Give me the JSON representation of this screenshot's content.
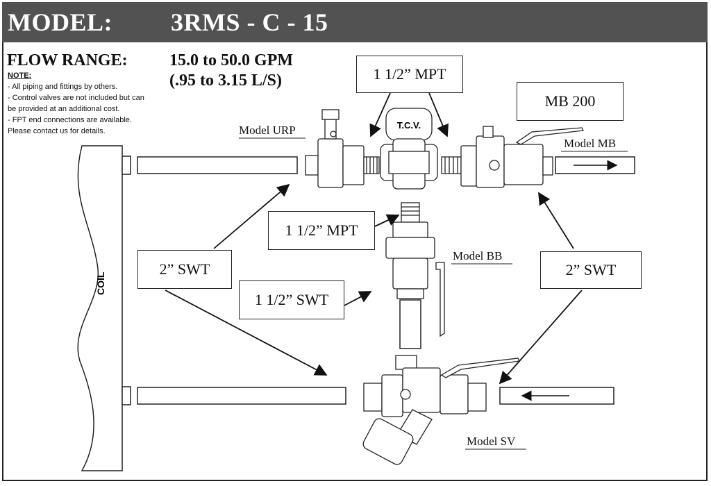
{
  "header": {
    "model_label": "MODEL:",
    "model_value": "3RMS - C - 15"
  },
  "flow": {
    "label": "FLOW RANGE:",
    "gpm": "15.0 to 50.0 GPM",
    "ls": "(.95 to 3.15 L/S)"
  },
  "notes": {
    "heading": "NOTE:",
    "lines": [
      "- All piping and fittings by others.",
      "- Control valves are not included but can",
      "be provided at an additional cost.",
      "- FPT end connections are available.",
      "Please contact us for details."
    ]
  },
  "callouts": {
    "mpt_top": "1 1/2” MPT",
    "mb200": "MB 200",
    "mpt_mid": "1 1/2” MPT",
    "swt_left": "2” SWT",
    "swt_mid": "1 1/2” SWT",
    "swt_right": "2” SWT"
  },
  "models": {
    "urp": "Model URP",
    "mb": "Model MB",
    "bb": "Model BB",
    "sv": "Model SV"
  },
  "component_labels": {
    "tcv": "T.C.V.",
    "coil": "COIL"
  },
  "colors": {
    "header_bg": "#525252",
    "line": "#222222"
  }
}
